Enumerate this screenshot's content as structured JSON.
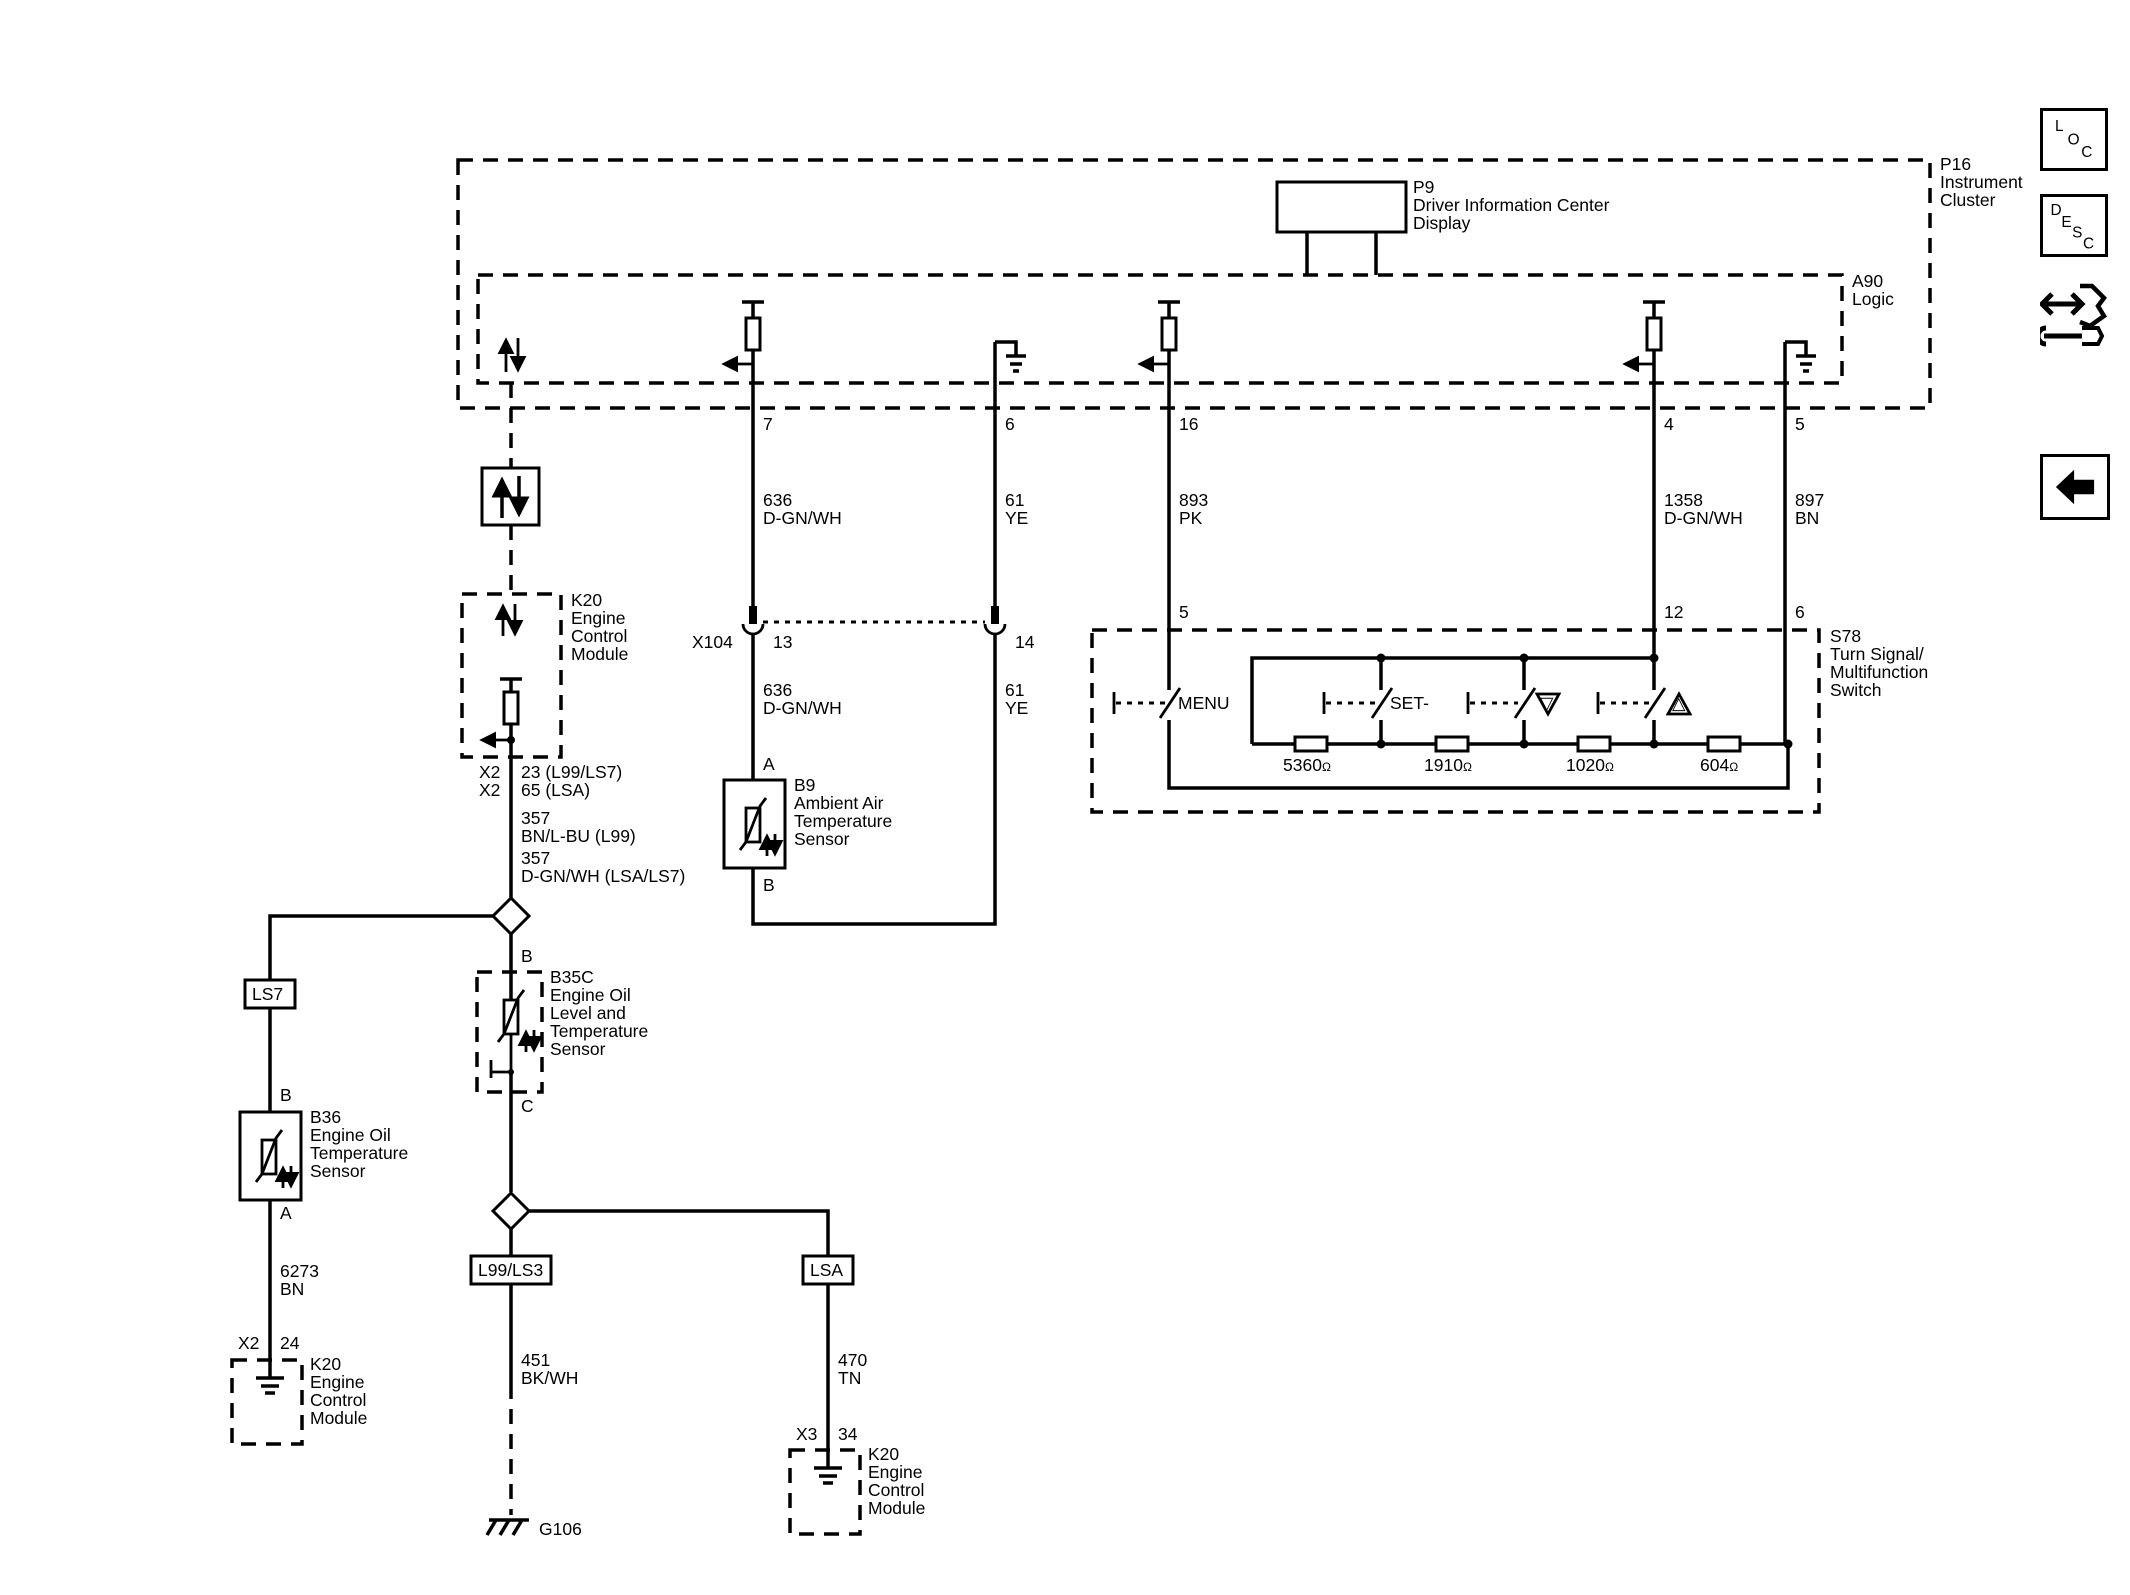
{
  "nav": {
    "loc": {
      "letters": [
        "L",
        "O",
        "C"
      ]
    },
    "desc": {
      "letters": [
        "D",
        "E",
        "S",
        "C"
      ]
    }
  },
  "components": {
    "p16": {
      "ref": "P16",
      "l1": "Instrument",
      "l2": "Cluster"
    },
    "p9": {
      "ref": "P9",
      "l1": "Driver Information Center",
      "l2": "Display"
    },
    "a90": {
      "ref": "A90",
      "l1": "Logic"
    },
    "k20_top": {
      "ref": "K20",
      "l1": "Engine",
      "l2": "Control",
      "l3": "Module"
    },
    "b9": {
      "ref": "B9",
      "l1": "Ambient Air",
      "l2": "Temperature",
      "l3": "Sensor"
    },
    "b35c": {
      "ref": "B35C",
      "l1": "Engine Oil",
      "l2": "Level and",
      "l3": "Temperature",
      "l4": "Sensor"
    },
    "b36": {
      "ref": "B36",
      "l1": "Engine Oil",
      "l2": "Temperature",
      "l3": "Sensor"
    },
    "k20_bl": {
      "ref": "K20",
      "l1": "Engine",
      "l2": "Control",
      "l3": "Module"
    },
    "k20_br": {
      "ref": "K20",
      "l1": "Engine",
      "l2": "Control",
      "l3": "Module"
    },
    "s78": {
      "ref": "S78",
      "l1": "Turn Signal/",
      "l2": "Multifunction",
      "l3": "Switch"
    },
    "g106": {
      "ref": "G106"
    }
  },
  "pins": {
    "p7": "7",
    "p6": "6",
    "p16": "16",
    "p4": "4",
    "p5": "5",
    "x104": "X104",
    "p13": "13",
    "p14": "14",
    "s5": "5",
    "s12": "12",
    "s6": "6",
    "x2a": "X2",
    "x2b": "X2",
    "k20_pin_a": "23 (L99/LS7)",
    "k20_pin_b": "65 (LSA)",
    "b9_a": "A",
    "b9_b": "B",
    "b35c_b": "B",
    "b35c_c": "C",
    "b36_b": "B",
    "b36_a": "A",
    "x2c": "X2",
    "p24": "24",
    "x3": "X3",
    "p34": "34"
  },
  "wires": {
    "w636_num": "636",
    "w636_col": "D-GN/WH",
    "w61_num": "61",
    "w61_col": "YE",
    "w893_num": "893",
    "w893_col": "PK",
    "w1358_num": "1358",
    "w1358_col": "D-GN/WH",
    "w897_num": "897",
    "w897_col": "BN",
    "w636b_num": "636",
    "w636b_col": "D-GN/WH",
    "w61b_num": "61",
    "w61b_col": "YE",
    "w357a_num": "357",
    "w357a_col": "BN/L-BU (L99)",
    "w357b_num": "357",
    "w357b_col": "D-GN/WH (LSA/LS7)",
    "w6273_num": "6273",
    "w6273_col": "BN",
    "w451_num": "451",
    "w451_col": "BK/WH",
    "w470_num": "470",
    "w470_col": "TN"
  },
  "options": {
    "ls7": "LS7",
    "l99ls3": "L99/LS3",
    "lsa": "LSA"
  },
  "switch": {
    "menu": "MENU",
    "set": "SET-",
    "down": "▽",
    "up": "△",
    "r1": "5360",
    "r2": "1910",
    "r3": "1020",
    "r4": "604",
    "ohm": "Ω"
  }
}
